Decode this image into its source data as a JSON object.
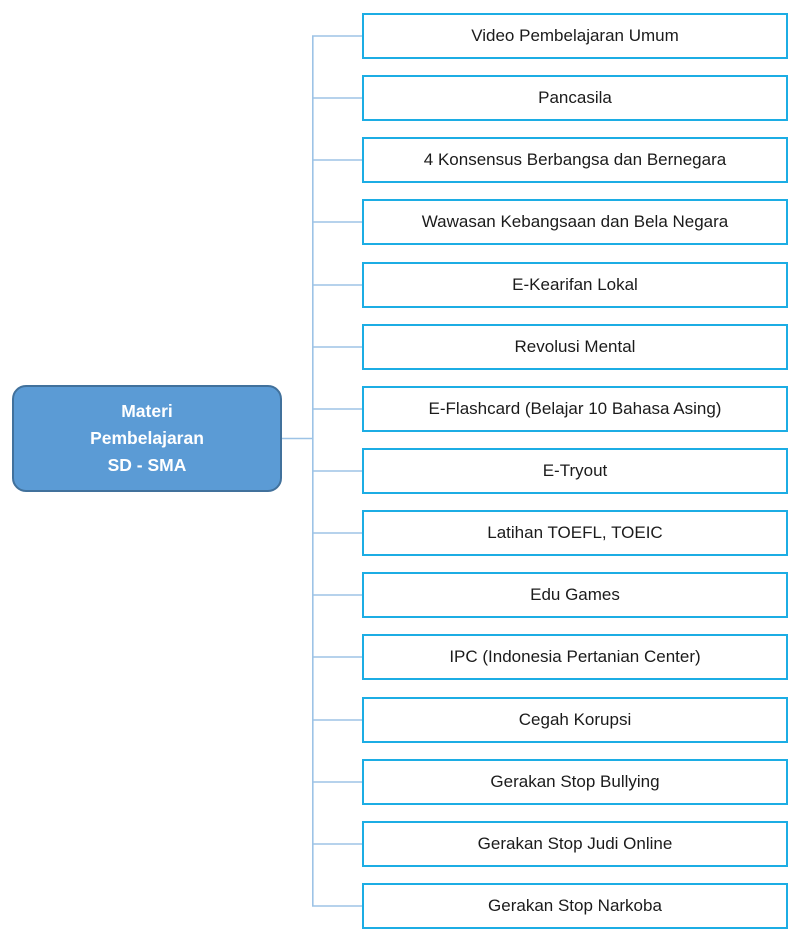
{
  "diagram": {
    "type": "hierarchy-tree",
    "root": {
      "lines": [
        "Materi",
        "Pembelajaran",
        "SD - SMA"
      ],
      "label": "Materi Pembelajaran SD - SMA"
    },
    "children": [
      {
        "label": "Video Pembelajaran Umum"
      },
      {
        "label": "Pancasila"
      },
      {
        "label": "4 Konsensus Berbangsa dan Bernegara"
      },
      {
        "label": "Wawasan Kebangsaan dan Bela Negara"
      },
      {
        "label": "E-Kearifan Lokal"
      },
      {
        "label": "Revolusi Mental"
      },
      {
        "label": "E-Flashcard (Belajar 10 Bahasa Asing)"
      },
      {
        "label": "E-Tryout"
      },
      {
        "label": "Latihan TOEFL, TOEIC"
      },
      {
        "label": "Edu Games"
      },
      {
        "label": "IPC (Indonesia Pertanian Center)"
      },
      {
        "label": "Cegah Korupsi"
      },
      {
        "label": "Gerakan Stop Bullying"
      },
      {
        "label": "Gerakan Stop Judi Online"
      },
      {
        "label": "Gerakan Stop Narkoba"
      }
    ],
    "colors": {
      "root_fill": "#5b9bd5",
      "root_border": "#41719c",
      "root_text": "#ffffff",
      "child_border": "#1cade4",
      "child_fill": "#ffffff",
      "child_text": "#1b1b1b",
      "connector": "#9dc3e6"
    }
  }
}
